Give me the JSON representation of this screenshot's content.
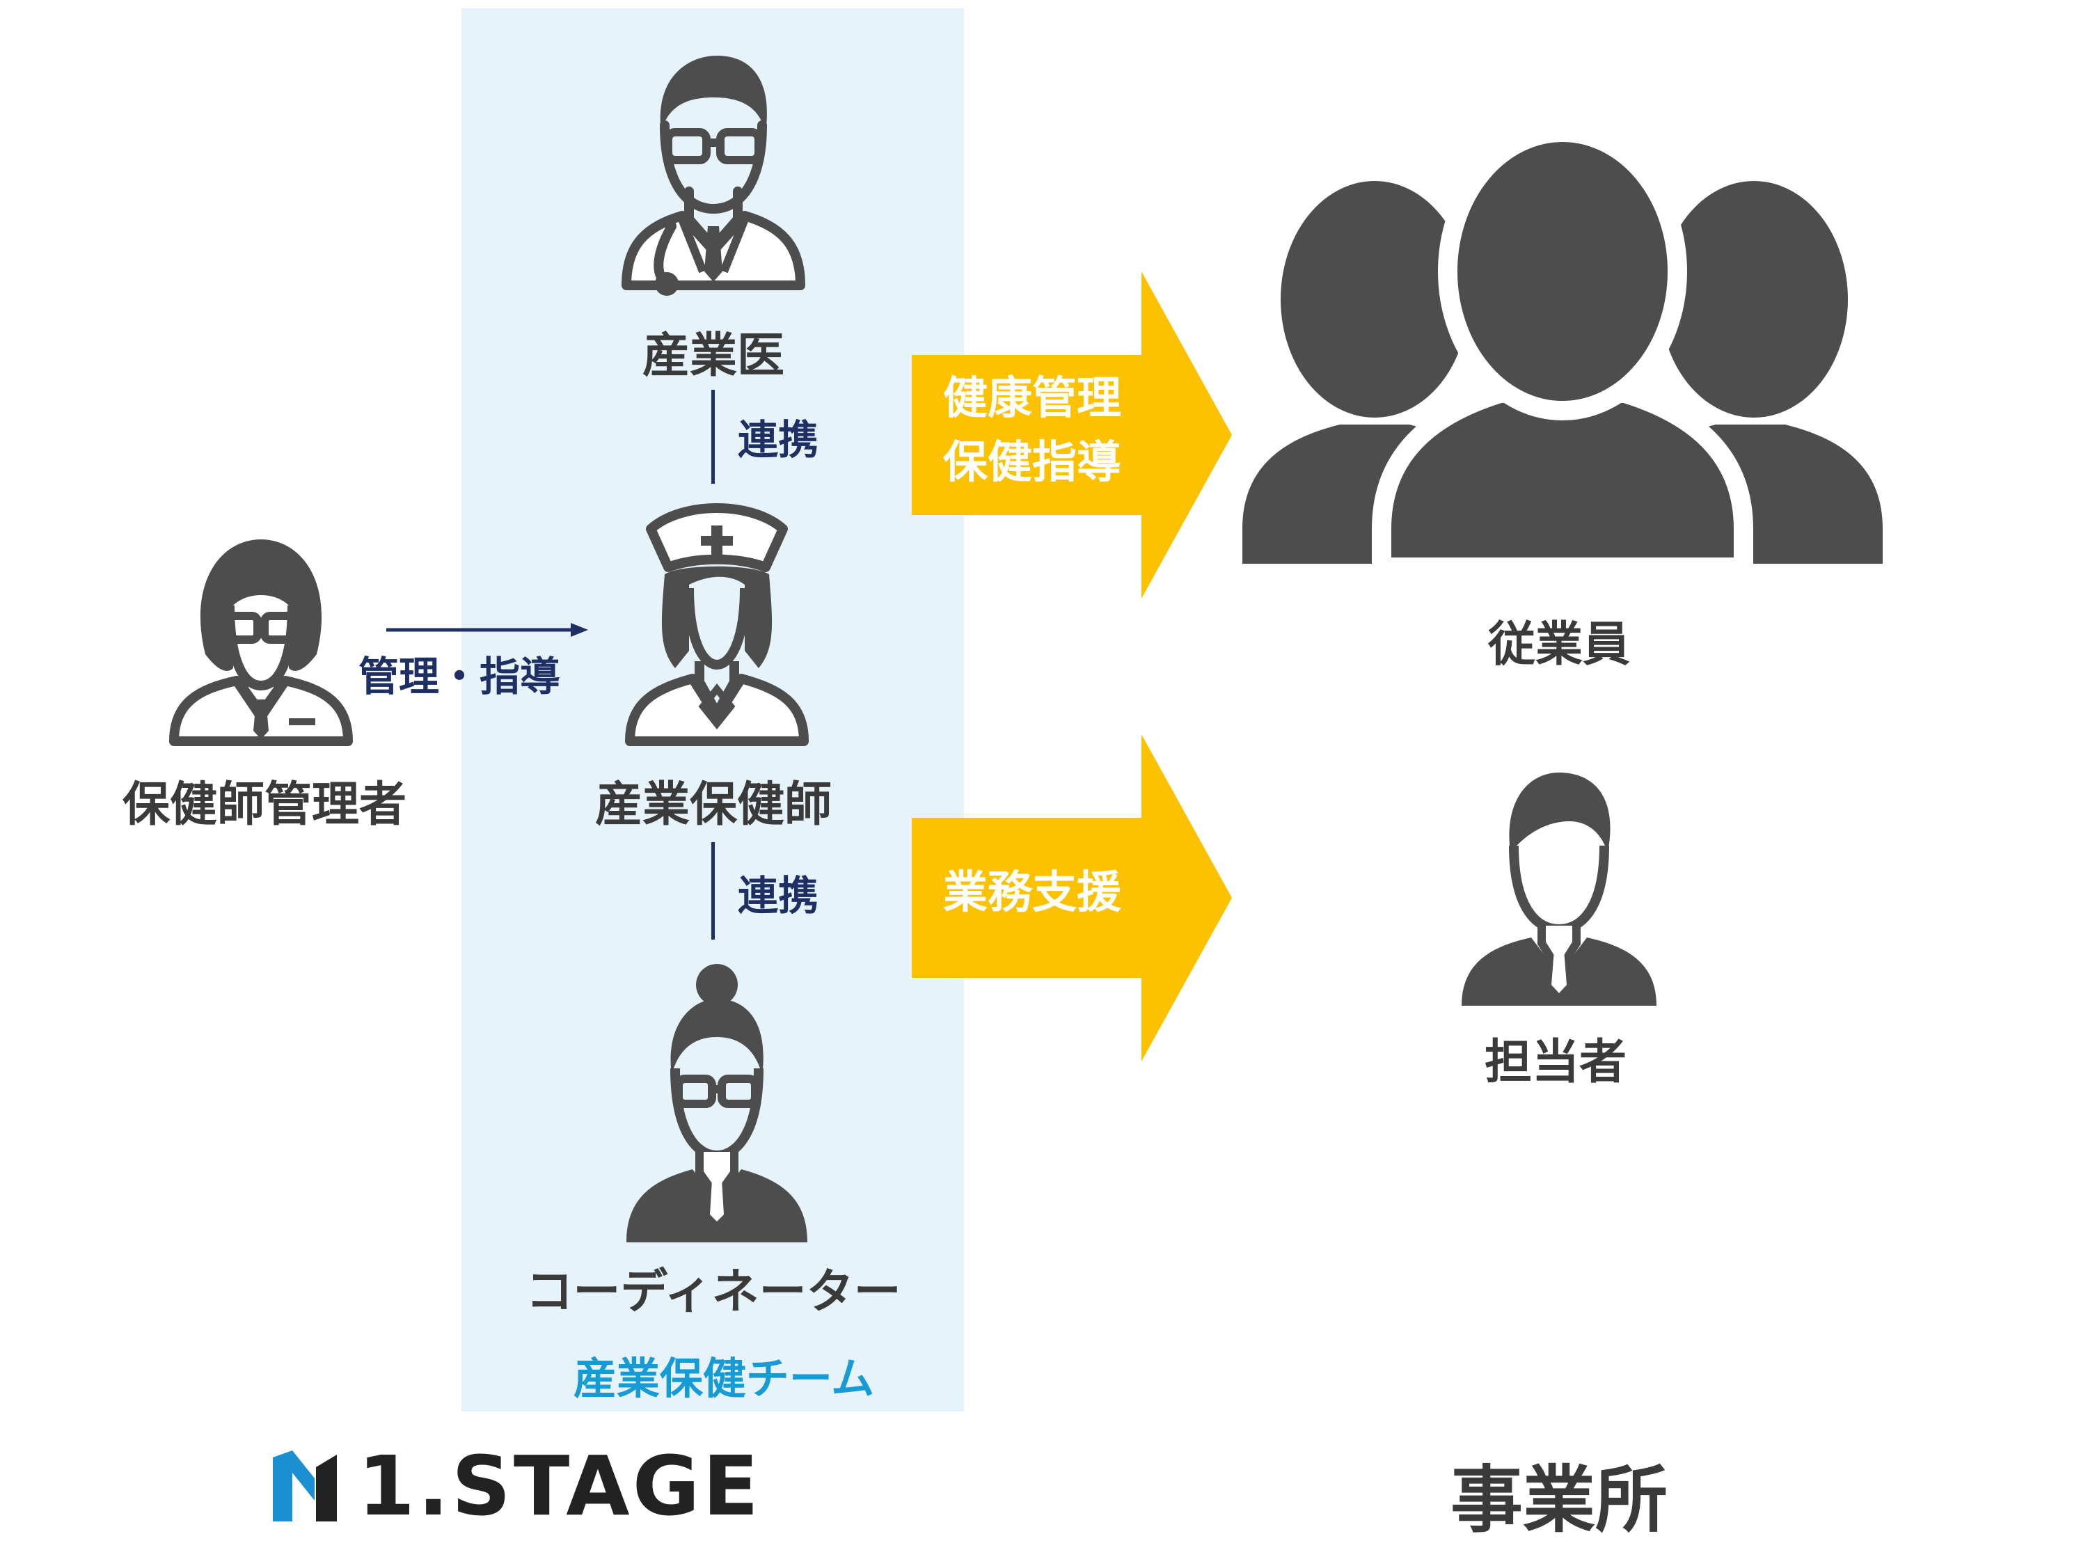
{
  "team": {
    "sangyoi": "産業医",
    "hokenshi": "産業保健師",
    "coordinator": "コーディネーター",
    "link_top": "連携",
    "link_bottom": "連携",
    "team_label": "産業保健チーム"
  },
  "manager": {
    "label": "保健師管理者",
    "arrow_label": "管理・指導"
  },
  "arrows": {
    "top_line1": "健康管理",
    "top_line2": "保健指導",
    "bottom": "業務支援"
  },
  "site": {
    "employees": "従業員",
    "person_in_charge": "担当者",
    "title": "事業所"
  },
  "logo": {
    "brand": "M1.STAGE",
    "text": "1.STAGE"
  },
  "colors": {
    "team_bg": "#e6f3fb",
    "arrow": "#fcc100",
    "icon": "#4d4d4d",
    "navy": "#1d2f63",
    "team_label": "#169bd5",
    "logo_blue": "#1a8fd1"
  }
}
